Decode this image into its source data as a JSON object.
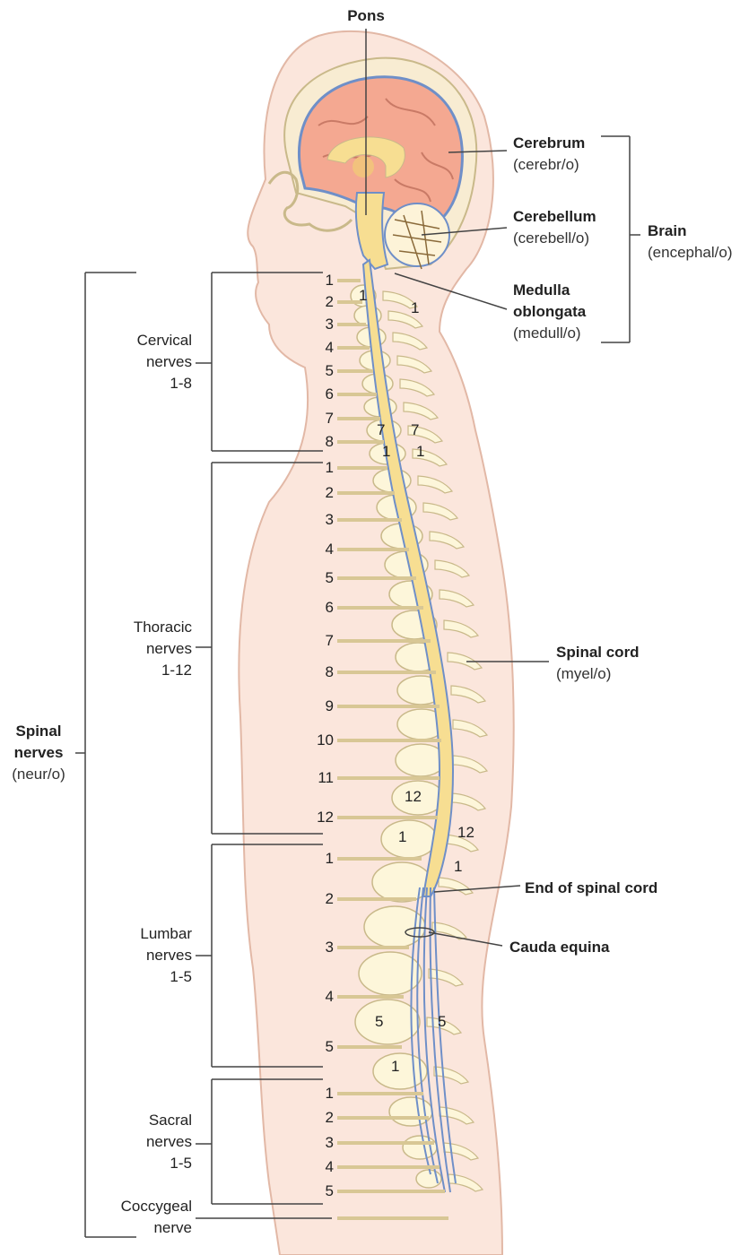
{
  "labels": {
    "pons": "Pons",
    "cerebrum": {
      "name": "Cerebrum",
      "root": "(cerebr/o)"
    },
    "cerebellum": {
      "name": "Cerebellum",
      "root": "(cerebell/o)"
    },
    "brain": {
      "name": "Brain",
      "root": "(encephal/o)"
    },
    "medulla": {
      "line1": "Medulla",
      "line2": "oblongata",
      "root": "(medull/o)"
    },
    "spinal_cord": {
      "name": "Spinal cord",
      "root": "(myel/o)"
    },
    "end_of_cord": "End of spinal cord",
    "cauda_equina": "Cauda equina",
    "spinal_nerves": {
      "line1": "Spinal",
      "line2": "nerves",
      "root": "(neur/o)"
    }
  },
  "nerve_groups": {
    "cervical": {
      "line1": "Cervical",
      "line2": "nerves",
      "range": "1-8",
      "numbers": [
        "1",
        "2",
        "3",
        "4",
        "5",
        "6",
        "7",
        "8"
      ]
    },
    "thoracic": {
      "line1": "Thoracic",
      "line2": "nerves",
      "range": "1-12",
      "numbers": [
        "1",
        "2",
        "3",
        "4",
        "5",
        "6",
        "7",
        "8",
        "9",
        "10",
        "11",
        "12"
      ]
    },
    "lumbar": {
      "line1": "Lumbar",
      "line2": "nerves",
      "range": "1-5",
      "numbers": [
        "1",
        "2",
        "3",
        "4",
        "5"
      ]
    },
    "sacral": {
      "line1": "Sacral",
      "line2": "nerves",
      "range": "1-5",
      "numbers": [
        "1",
        "2",
        "3",
        "4",
        "5"
      ]
    },
    "coccygeal": {
      "line1": "Coccygeal",
      "line2": "nerve"
    }
  },
  "vertebra_labels": {
    "c1": "1",
    "c7_front": "7",
    "c7_back": "7",
    "t1_front": "1",
    "t1_back": "1",
    "t12_front": "12",
    "t12_back": "12",
    "l1_front": "1",
    "l1_back": "1",
    "l5_front": "5",
    "l5_back": "5",
    "s1": "1"
  },
  "colors": {
    "skin": "#fbe6dc",
    "skin_edge": "#e2b8a6",
    "brain": "#f4a891",
    "brain_membrane": "#6f8fc8",
    "cord": "#f7de92",
    "bone": "#fdf6da",
    "bone_edge": "#c9b98a",
    "nerve": "#d8c795",
    "line": "#444444"
  }
}
